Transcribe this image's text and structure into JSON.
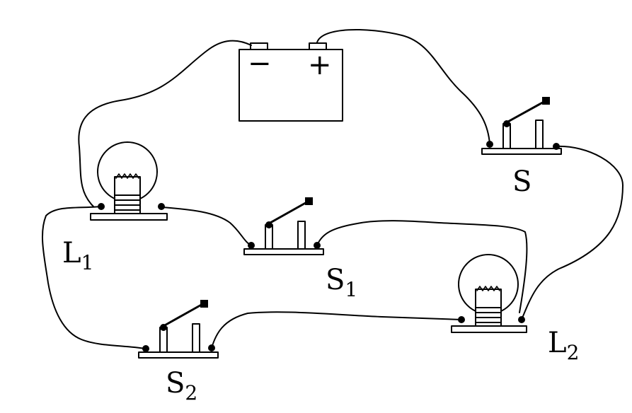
{
  "battery": {
    "negative": "−",
    "positive": "+"
  },
  "labels": {
    "S": {
      "main": "S",
      "sub": ""
    },
    "S1": {
      "main": "S",
      "sub": "1"
    },
    "S2": {
      "main": "S",
      "sub": "2"
    },
    "L1": {
      "main": "L",
      "sub": "1"
    },
    "L2": {
      "main": "L",
      "sub": "2"
    }
  },
  "colors": {
    "stroke": "#000000",
    "background": "#ffffff"
  },
  "components": [
    "battery",
    "switch-S",
    "switch-S1",
    "switch-S2",
    "lamp-L1",
    "lamp-L2"
  ]
}
